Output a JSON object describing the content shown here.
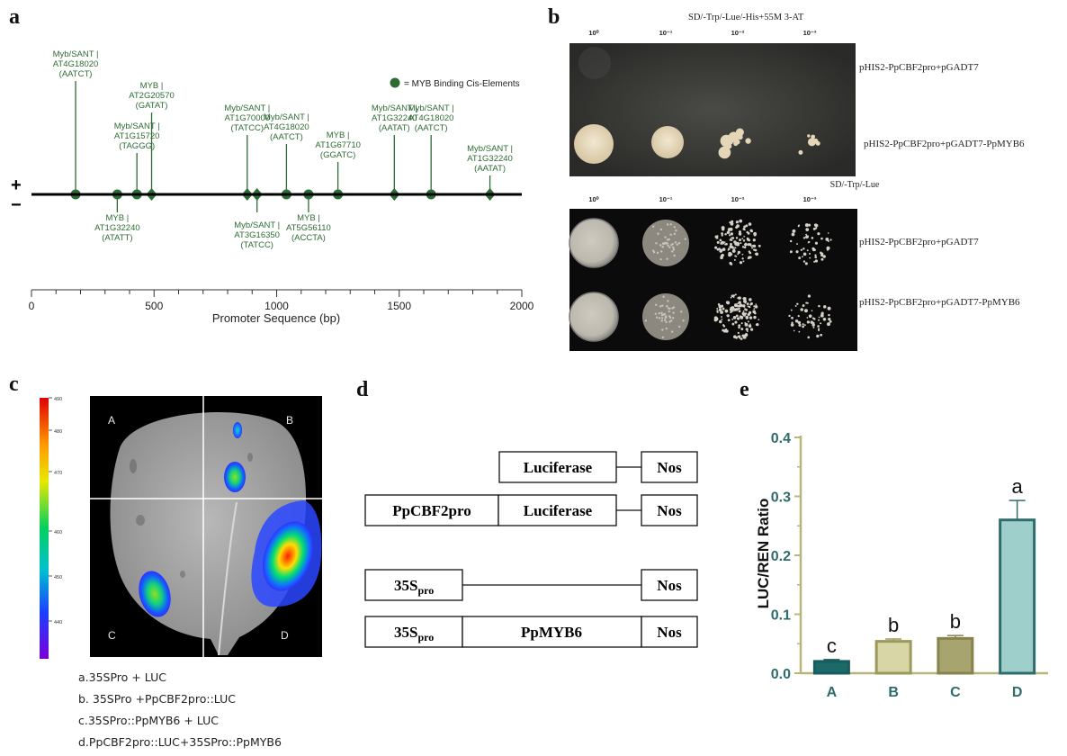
{
  "panels": {
    "a": "a",
    "b": "b",
    "c": "c",
    "d": "d",
    "e": "e"
  },
  "panel_a": {
    "legend_text": "= MYB Binding Cis-Elements",
    "plus": "+",
    "minus": "−",
    "x_axis_label": "Promoter Sequence (bp)",
    "ticks": [
      0,
      500,
      1000,
      1500,
      2000
    ],
    "elements": [
      {
        "pos": 180,
        "strand": "+",
        "shape": "circle",
        "lines": [
          "Myb/SANT |",
          "AT4G18020",
          "(AATCT)"
        ]
      },
      {
        "pos": 350,
        "strand": "-",
        "shape": "circle",
        "lines": [
          "MYB |",
          "AT1G32240",
          "(ATATT)"
        ]
      },
      {
        "pos": 430,
        "strand": "+",
        "shape": "circle",
        "lines": [
          "Myb/SANT |",
          "AT1G15720",
          "(TAGGG)"
        ]
      },
      {
        "pos": 490,
        "strand": "+",
        "shape": "diamond",
        "lines": [
          "MYB |",
          "AT2G20570",
          "(GATAT)"
        ]
      },
      {
        "pos": 880,
        "strand": "+",
        "shape": "diamond",
        "lines": [
          "Myb/SANT |",
          "AT1G70000",
          "(TATCC)"
        ]
      },
      {
        "pos": 920,
        "strand": "-",
        "shape": "diamond",
        "lines": [
          "Myb/SANT |",
          "AT3G16350",
          "(TATCC)"
        ]
      },
      {
        "pos": 1040,
        "strand": "+",
        "shape": "circle",
        "lines": [
          "Myb/SANT |",
          "AT4G18020",
          "(AATCT)"
        ]
      },
      {
        "pos": 1130,
        "strand": "-",
        "shape": "circle",
        "lines": [
          "MYB |",
          "AT5G56110",
          "(ACCTA)"
        ]
      },
      {
        "pos": 1250,
        "strand": "+",
        "shape": "circle",
        "lines": [
          "MYB |",
          "AT1G67710",
          "(GGATC)"
        ]
      },
      {
        "pos": 1480,
        "strand": "+",
        "shape": "diamond",
        "lines": [
          "Myb/SANT |",
          "AT1G32240",
          "(AATAT)"
        ]
      },
      {
        "pos": 1630,
        "strand": "+",
        "shape": "circle",
        "lines": [
          "Myb/SANT |",
          "AT4G18020",
          "(AATCT)"
        ]
      },
      {
        "pos": 1870,
        "strand": "+",
        "shape": "diamond",
        "lines": [
          "Myb/SANT |",
          "AT1G32240",
          "(AATAT)"
        ]
      }
    ],
    "colors": {
      "element": "#2e6b34",
      "label": "#2e6b34"
    }
  },
  "panel_b": {
    "top_title": "SD/-Trp/-Lue/-His+55M 3-AT",
    "bottom_title": "SD/-Trp/-Lue",
    "dilutions": [
      "10⁰",
      "10⁻¹",
      "10⁻²",
      "10⁻³"
    ],
    "row_labels": [
      "pHIS2-PpCBF2pro+pGADT7",
      "pHIS2-PpCBF2pro+pGADT7-PpMYB6"
    ]
  },
  "panel_c": {
    "scale_ticks": [
      "490",
      "480",
      "470",
      "460",
      "450",
      "440"
    ],
    "quadrants": [
      "A",
      "B",
      "C",
      "D"
    ],
    "captions": [
      "a.35SPro + LUC",
      "b. 35SPro +PpCBF2pro::LUC",
      "c.35SPro::PpMYB6 + LUC",
      "d.PpCBF2pro::LUC+35SPro::PpMYB6"
    ]
  },
  "panel_d": {
    "constructs": [
      {
        "promoter": "",
        "gene": "Luciferase",
        "terminator": "Nos"
      },
      {
        "promoter": "PpCBF2pro",
        "gene": "Luciferase",
        "terminator": "Nos"
      },
      {
        "promoter": "35S",
        "promoter_sub": "pro",
        "gene": "",
        "terminator": "Nos"
      },
      {
        "promoter": "35S",
        "promoter_sub": "pro",
        "gene": "PpMYB6",
        "terminator": "Nos"
      }
    ]
  },
  "chart_data": {
    "type": "bar",
    "categories": [
      "A",
      "B",
      "C",
      "D"
    ],
    "values": [
      0.02,
      0.054,
      0.059,
      0.26
    ],
    "errors": [
      0.003,
      0.004,
      0.005,
      0.033
    ],
    "significance": [
      "c",
      "b",
      "b",
      "a"
    ],
    "ylabel": "LUC/REN Ratio",
    "ylim": [
      0,
      0.4
    ],
    "yticks": [
      "0.0",
      "0.1",
      "0.2",
      "0.3",
      "0.4"
    ],
    "bar_fill": [
      "#1b6a6a",
      "#d8d5a6",
      "#a7a46f",
      "#9fcfcb"
    ],
    "bar_stroke": [
      "#1a5c5c",
      "#9b9a5c",
      "#86834c",
      "#2f6c6c"
    ],
    "axis_color": "#b9b47a",
    "tick_label_color": "#2e6b6b",
    "grid": false
  }
}
